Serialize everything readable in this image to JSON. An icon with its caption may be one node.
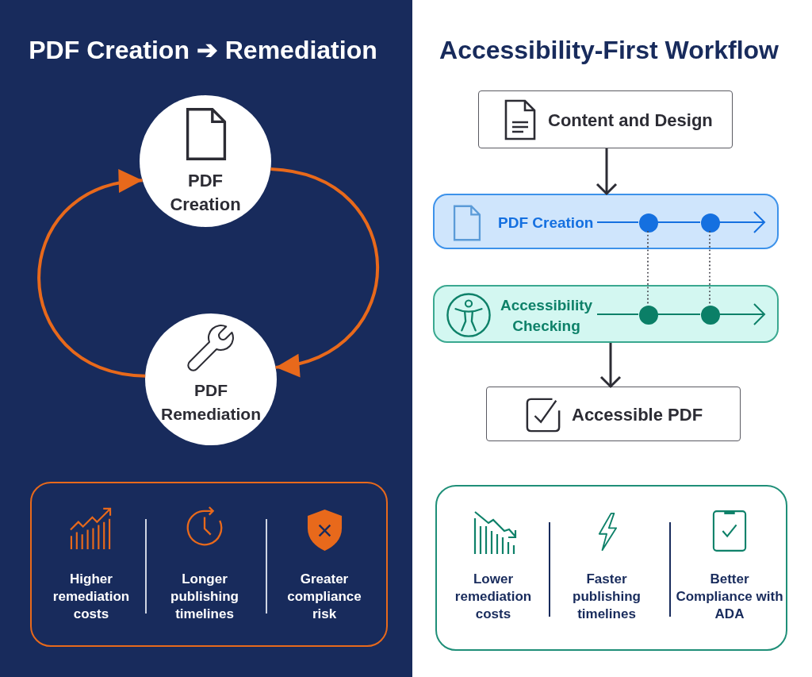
{
  "diagram": {
    "nodes": [
      {
        "text": [
          "PDF Creation"
        ]
      },
      {
        "text": [
          "PDF Remediation"
        ]
      },
      {
        "text": [
          "Higher remediation costs",
          "Longer publishing timelines",
          "Greater compliance risk"
        ]
      },
      {
        "text": [
          "Content and Design"
        ]
      },
      {
        "text": [
          "PDF Creation"
        ]
      },
      {
        "text": [],
        "shape": "circle",
        "in": 4
      },
      {
        "text": [],
        "shape": "circle",
        "in": 4
      },
      {
        "text": [
          "Accessibility Checking"
        ]
      },
      {
        "text": [],
        "shape": "circle",
        "in": 7
      },
      {
        "text": [],
        "shape": "circle",
        "in": 7
      },
      {
        "text": [
          "Accessible PDF"
        ]
      },
      {
        "text": [
          "Lower remediation costs",
          "Faster publishing timelines",
          "Better Compliance with ADA"
        ]
      }
    ],
    "edges": [
      {
        "from": 0,
        "to": 1,
        "arrow": "to",
        "style": "thick",
        "color": "#e8691b"
      },
      {
        "from": 1,
        "to": 0,
        "arrow": "to",
        "style": "thick",
        "color": "#e8691b"
      },
      {
        "from": 3,
        "to": 4,
        "arrow": "to",
        "color": "#2c2c34"
      },
      {
        "from": null,
        "to": 5,
        "arrow": "none",
        "color": "#1570e0"
      },
      {
        "from": 5,
        "to": 6,
        "arrow": "none",
        "color": "#1570e0"
      },
      {
        "from": 6,
        "to": null,
        "arrow": "to",
        "color": "#1570e0"
      },
      {
        "from": 5,
        "to": 8,
        "arrow": "none",
        "style": "dashed",
        "color": "#4a4a52"
      },
      {
        "from": 6,
        "to": 9,
        "arrow": "none",
        "style": "dashed",
        "color": "#4a4a52"
      },
      {
        "from": null,
        "to": 8,
        "arrow": "none",
        "color": "#0e8169"
      },
      {
        "from": 8,
        "to": 9,
        "arrow": "none",
        "color": "#0e8169"
      },
      {
        "from": 9,
        "to": null,
        "arrow": "to",
        "color": "#0e8169"
      },
      {
        "from": 7,
        "to": 10,
        "arrow": "to",
        "color": "#2c2c34"
      }
    ],
    "labels": [
      "PDF Creation ➔ Remediation",
      "Accessibility-First Workflow"
    ]
  }
}
